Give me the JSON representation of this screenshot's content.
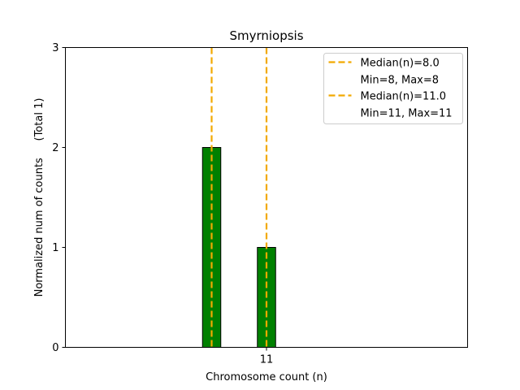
{
  "chart_data": {
    "type": "bar",
    "title": "Smyrniopsis",
    "xlabel": "Chromosome count (n)",
    "ylabel": "Normalized num of counts     (Total 1)",
    "xlim": [
      0,
      22
    ],
    "ylim": [
      0,
      3
    ],
    "yticks": [
      0,
      1,
      2,
      3
    ],
    "xticks": [
      11
    ],
    "bar_width": 1,
    "bars": [
      {
        "x": 8,
        "value": 2
      },
      {
        "x": 11,
        "value": 1
      }
    ],
    "grid": false,
    "legend_position": "top-right",
    "median_lines": [
      {
        "x": 8.0,
        "label": "Median(n)=8.0",
        "sublabel": "Min=8, Max=8"
      },
      {
        "x": 11.0,
        "label": "Median(n)=11.0",
        "sublabel": "Min=11, Max=11"
      }
    ],
    "colors": {
      "bar_fill": "#008000",
      "bar_edge": "#000000",
      "median_line": "#f2a900",
      "axis": "#000000"
    }
  }
}
